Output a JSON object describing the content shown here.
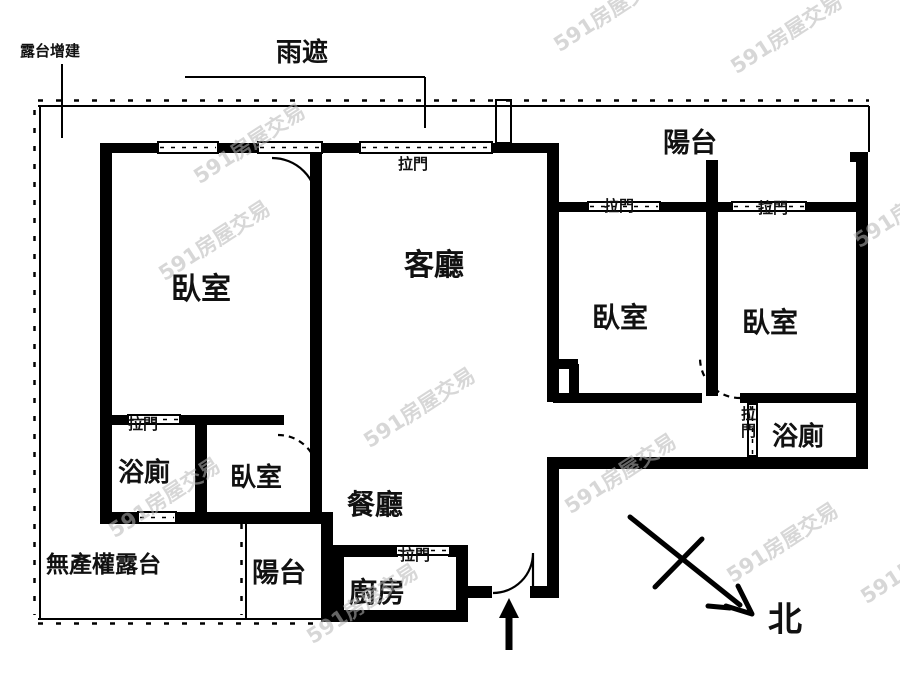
{
  "plan": {
    "annotations": {
      "terrace_note": "露台增建",
      "rain_cover": "雨遮",
      "no_ownership_terrace": "無產權露台",
      "north": "北"
    },
    "rooms": {
      "living": "客廳",
      "dining": "餐廳",
      "kitchen": "廚房",
      "bedroom": "臥室",
      "bathroom": "浴廁",
      "balcony": "陽台"
    },
    "doors": {
      "sliding_door": "拉門"
    },
    "watermark": "591房屋交易",
    "colors": {
      "wall": "#000000",
      "label": "#111111",
      "watermark": "#b8b8b8"
    }
  }
}
